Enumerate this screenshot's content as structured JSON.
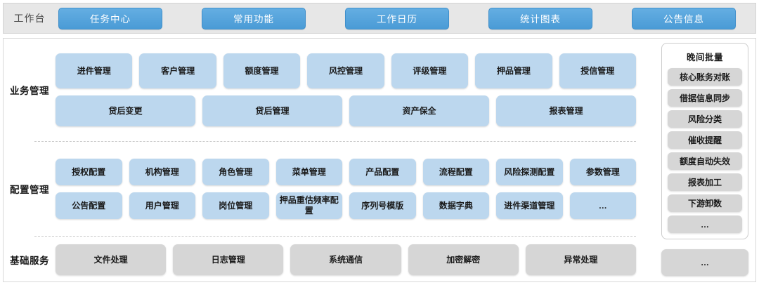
{
  "topbar": {
    "label": "工作台",
    "tabs": [
      {
        "label": "任务中心"
      },
      {
        "label": "常用功能"
      },
      {
        "label": "工作日历"
      },
      {
        "label": "统计图表"
      },
      {
        "label": "公告信息"
      }
    ]
  },
  "sections": {
    "business": {
      "label": "业务管理",
      "row1": [
        {
          "label": "进件管理"
        },
        {
          "label": "客户管理"
        },
        {
          "label": "额度管理"
        },
        {
          "label": "风控管理"
        },
        {
          "label": "评级管理"
        },
        {
          "label": "押品管理"
        },
        {
          "label": "授信管理"
        }
      ],
      "row2": [
        {
          "label": "贷后变更"
        },
        {
          "label": "贷后管理"
        },
        {
          "label": "资产保全"
        },
        {
          "label": "报表管理"
        }
      ]
    },
    "config": {
      "label": "配置管理",
      "row1": [
        {
          "label": "授权配置"
        },
        {
          "label": "机构管理"
        },
        {
          "label": "角色管理"
        },
        {
          "label": "菜单管理"
        },
        {
          "label": "产品配置"
        },
        {
          "label": "流程配置"
        },
        {
          "label": "风险探测配置"
        },
        {
          "label": "参数管理"
        }
      ],
      "row2": [
        {
          "label": "公告配置"
        },
        {
          "label": "用户管理"
        },
        {
          "label": "岗位管理"
        },
        {
          "label": "押品重估频率配置"
        },
        {
          "label": "序列号模版"
        },
        {
          "label": "数据字典"
        },
        {
          "label": "进件渠道管理"
        },
        {
          "label": "…"
        }
      ]
    },
    "basic": {
      "label": "基础服务",
      "row1": [
        {
          "label": "文件处理"
        },
        {
          "label": "日志管理"
        },
        {
          "label": "系统通信"
        },
        {
          "label": "加密解密"
        },
        {
          "label": "异常处理"
        }
      ]
    }
  },
  "right_rail": {
    "title": "晚间批量",
    "items": [
      {
        "label": "核心账务对账"
      },
      {
        "label": "借据信息同步"
      },
      {
        "label": "风险分类"
      },
      {
        "label": "催收提醒"
      },
      {
        "label": "额度自动失效"
      },
      {
        "label": "报表加工"
      },
      {
        "label": "下游卸数"
      },
      {
        "label": "…"
      }
    ],
    "bottom_tile": {
      "label": "…"
    }
  },
  "colors": {
    "tab_blue": "#4a9bd6",
    "tile_blue": "#bcd7ee",
    "tile_gray": "#d6d6d6",
    "topbar_bg": "#e7e7e7"
  }
}
